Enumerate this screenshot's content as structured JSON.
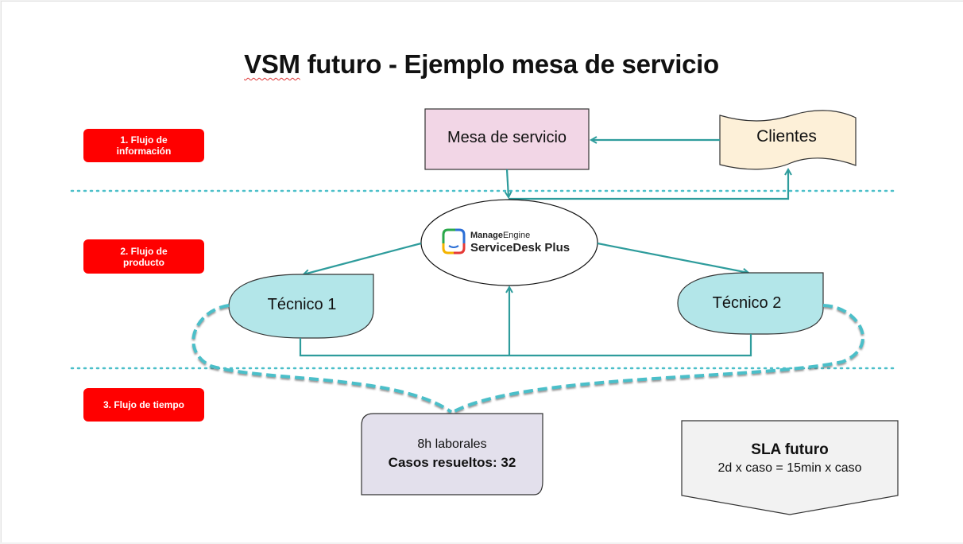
{
  "title": {
    "underlined_word": "VSM",
    "rest": " futuro - Ejemplo mesa de servicio"
  },
  "flow_labels": [
    {
      "line1": "1. Flujo de",
      "line2": "información"
    },
    {
      "line1": "2. Flujo de",
      "line2": "producto"
    },
    {
      "line1": "3. Flujo de tiempo",
      "line2": ""
    }
  ],
  "nodes": {
    "mesa": "Mesa de servicio",
    "clientes": "Clientes",
    "servicedesk": {
      "brand_bold": "Manage",
      "brand_regular": "Engine",
      "product": "ServiceDesk Plus",
      "icon": "servicedesk-logo-icon"
    },
    "tecnico1": "Técnico 1",
    "tecnico2": "Técnico 2"
  },
  "time_box": {
    "line1": "8h laborales",
    "line2": "Casos resueltos: 32"
  },
  "sla": {
    "title": "SLA futuro",
    "subtitle": "2d x caso = 15min x caso"
  },
  "colors": {
    "flow_label_bg": "#ff0000",
    "connector": "#2e9c9c",
    "separator": "#4bbfc9",
    "mesa_fill": "#f2d6e6",
    "clientes_fill": "#fdf0d8",
    "tecnico_fill": "#b3e6e9",
    "time_box_fill": "#e3e0ec",
    "sla_fill": "#f2f2f2"
  }
}
